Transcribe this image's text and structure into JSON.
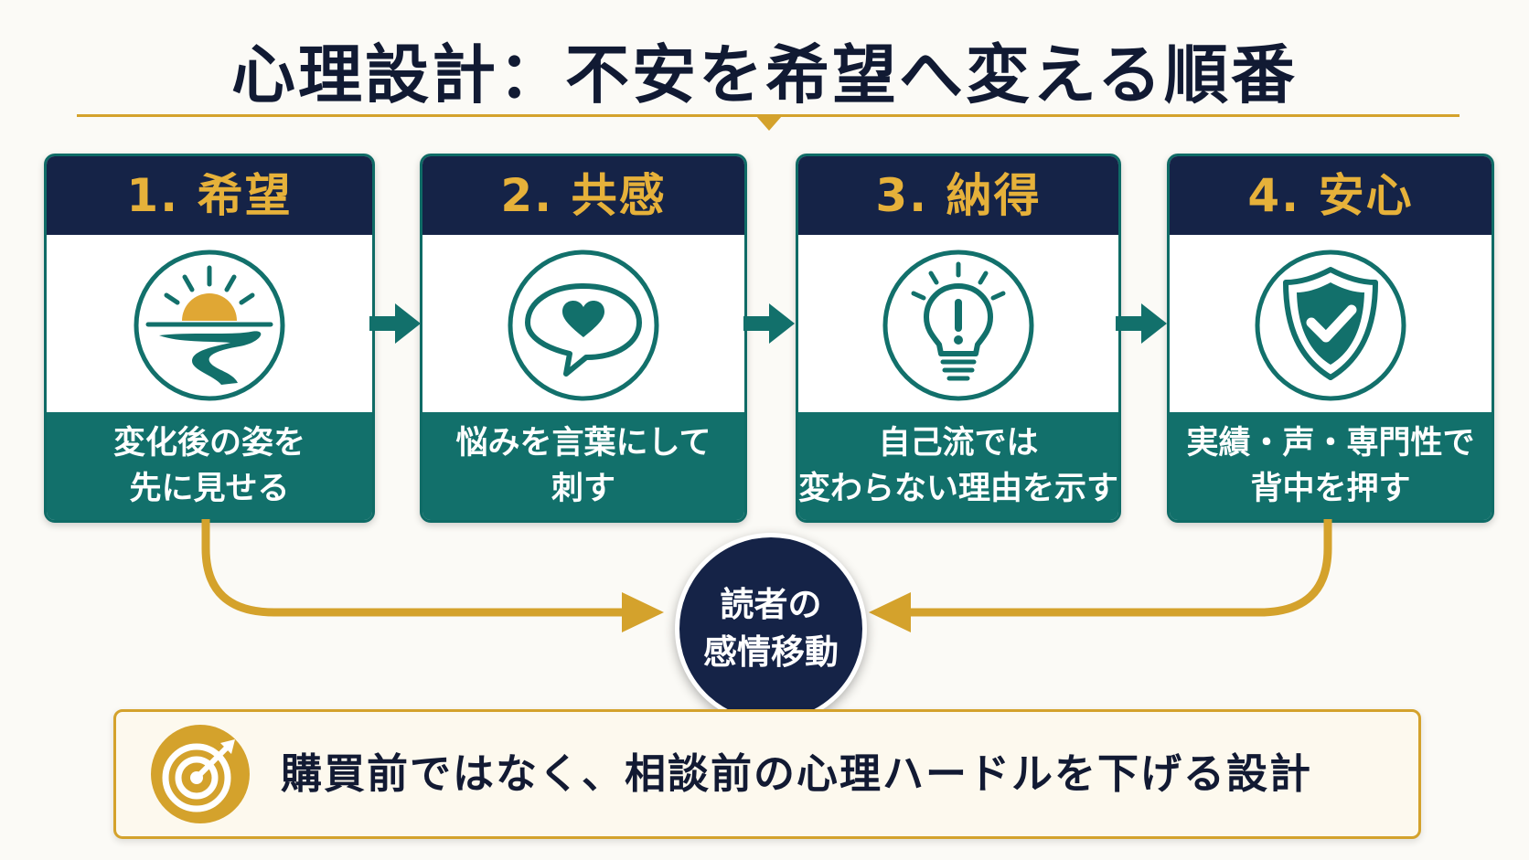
{
  "title": "心理設計：不安を希望へ変える順番",
  "steps": [
    {
      "heading": "1. 希望",
      "icon": "sunrise-road-icon",
      "line1": "変化後の姿を",
      "line2": "先に見せる"
    },
    {
      "heading": "2. 共感",
      "icon": "heart-speech-bubble-icon",
      "line1": "悩みを言葉にして",
      "line2": "刺す"
    },
    {
      "heading": "3. 納得",
      "icon": "lightbulb-exclamation-icon",
      "line1": "自己流では",
      "line2": "変わらない理由を示す"
    },
    {
      "heading": "4. 安心",
      "icon": "shield-check-icon",
      "line1": "実績・声・専門性で",
      "line2": "背中を押す"
    }
  ],
  "hub": {
    "line1": "読者の",
    "line2": "感情移動"
  },
  "banner": {
    "icon": "target-arrow-icon",
    "text": "購買前ではなく、相談前の心理ハードルを下げる設計"
  },
  "colors": {
    "navy": "#152347",
    "teal": "#12706b",
    "gold": "#d4a22c",
    "heading_gold": "#e6b13a"
  }
}
